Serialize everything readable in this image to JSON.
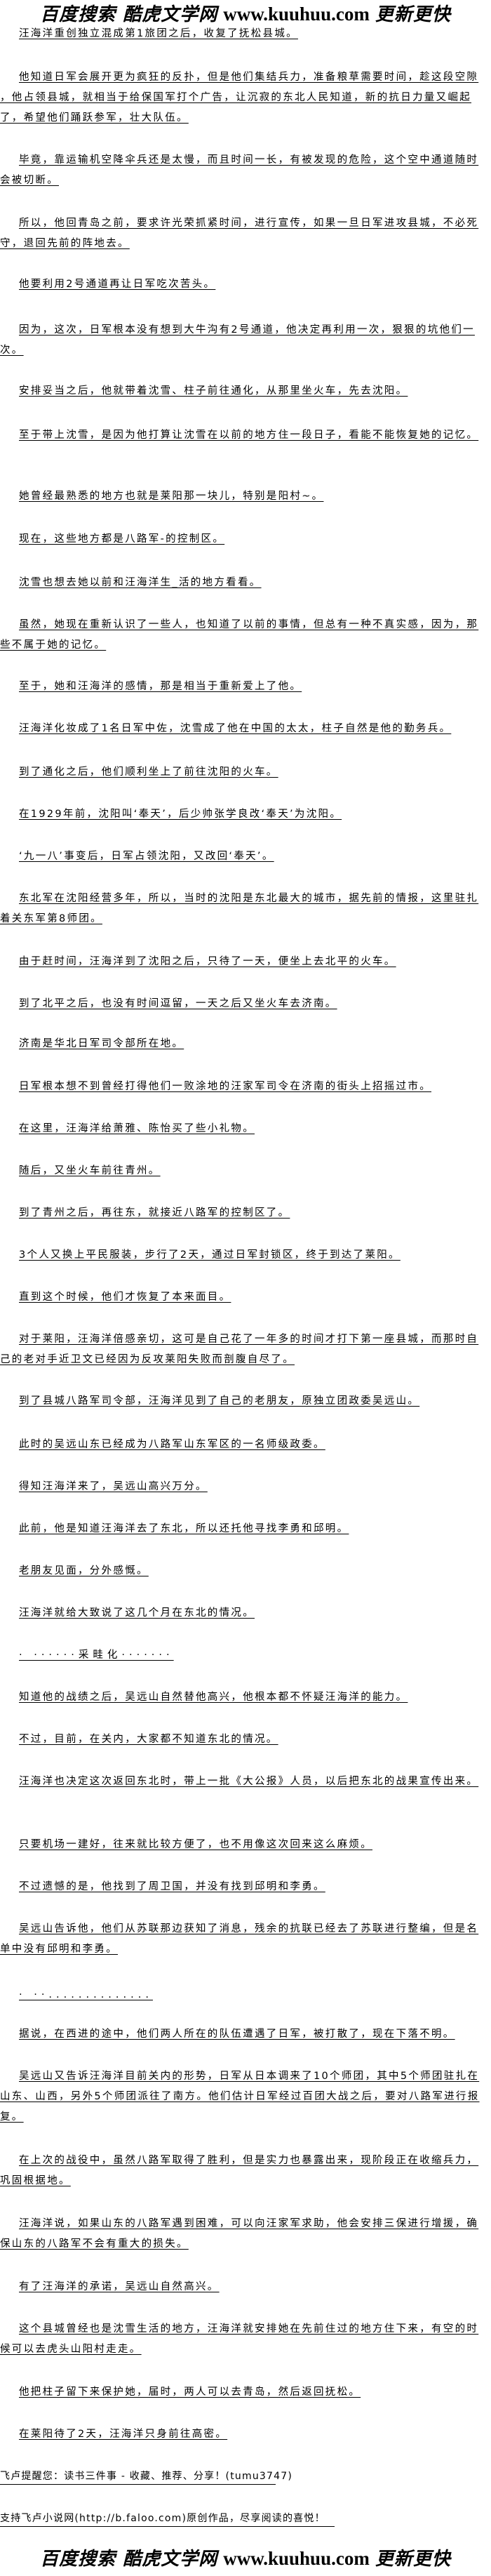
{
  "header_logo": {
    "cn": "百度搜索 酷虎文学网",
    "url": "www.kuuhuu.com",
    "slogan": "更新更快"
  },
  "paragraphs": [
    "汪海洋重创独立混成第1旅团之后，收复了抚松县城。",
    "他知道日军会展开更为疯狂的反扑，但是他们集结兵力，准备粮草需要时间，趁这段空隙，他占领县城，就相当于给保国军打个广告，让沉寂的东北人民知道，新的抗日力量又崛起了，希望他们踊跃参军，壮大队伍。",
    "毕竟，靠运输机空降伞兵还是太慢，而且时间一长，有被发现的危险，这个空中通道随时会被切断。",
    "所以，他回青岛之前，要求许光荣抓紧时间，进行宣传，如果一旦日军进攻县城，不必死守，退回先前的阵地去。",
    "他要利用2号通道再让日军吃次苦头。",
    "因为，这次，日军根本没有想到大牛沟有2号通道，他决定再利用一次，狠狠的坑他们一次。",
    "安排妥当之后，他就带着沈雪、柱子前往通化，从那里坐火车，先去沈阳。",
    "至于带上沈雪，是因为他打算让沈雪在以前的地方住一段日子，看能不能恢复她的记忆。",
    "她曾经最熟悉的地方也就是莱阳那一块儿，特别是阳村~。",
    "现在，这些地方都是八路军-的控制区。",
    "沈雪也想去她以前和汪海洋生_活的地方看看。",
    "虽然，她现在重新认识了一些人，也知道了以前的事情，但总有一种不真实感，因为，那些不属于她的记忆。",
    "至于，她和汪海洋的感情，那是相当于重新爱上了他。",
    "汪海洋化妆成了1名日军中佐，沈雪成了他在中国的太太，柱子自然是他的勤务兵。",
    "到了通化之后，他们顺利坐上了前往沈阳的火车。",
    "在1929年前，沈阳叫‘奉天’，后少帅张学良改‘奉天’为沈阳。",
    "‘九一八’事变后，日军占领沈阳，又改回‘奉天’。",
    "东北军在沈阳经营多年，所以，当时的沈阳是东北最大的城市，据先前的情报，这里驻扎着关东军第8师团。",
    "由于赶时间，汪海洋到了沈阳之后，只待了一天，便坐上去北平的火车。",
    "到了北平之后，也没有时间逗留，一天之后又坐火车去济南。",
    "济南是华北日军司令部所在地。",
    "日军根本想不到曾经打得他们一败涂地的汪家军司令在济南的街头上招摇过市。",
    "在这里，汪海洋给萧雅、陈怡买了些小礼物。",
    "随后，又坐火车前往青州。",
    "到了青州之后，再往东，就接近八路军的控制区了。",
    "3个人又换上平民服装，步行了2天，通过日军封锁区，终于到达了莱阳。",
    "直到这个时候，他们才恢复了本来面目。",
    "对于莱阳，汪海洋倍感亲切，这可是自己花了一年多的时间才打下第一座县城，而那时自己的老对手近卫文已经因为反攻莱阳失败而剖腹自尽了。",
    "到了县城八路军司令部，汪海洋见到了自己的老朋友，原独立团政委吴远山。",
    "此时的吴远山东已经成为八路军山东军区的一名师级政委。",
    "得知汪海洋来了，吴远山高兴万分。",
    "此前，他是知道汪海洋去了东北，所以还托他寻找李勇和邱明。",
    "老朋友见面，分外感慨。",
    "汪海洋就给大致说了这几个月在东北的情况。",
    "·  ······采畦化·······",
    "知道他的战绩之后，吴远山自然替他高兴，他根本都不怀疑汪海洋的能力。",
    "不过，目前，在关内，大家都不知道东北的情况。",
    "汪海洋也决定这次返回东北时，带上一批《大公报》人员，以后把东北的战果宣传出来。",
    "只要机场一建好，往来就比较方便了，也不用像这次回来这么麻烦。",
    "不过遗憾的是，他找到了周卫国，并没有找到邱明和李勇。",
    "吴远山告诉他，他们从苏联那边获知了消息，残余的抗联已经去了苏联进行整编，但是名单中没有邱明和李勇。",
    "· ··..............",
    "据说，在西进的途中，他们两人所在的队伍遭遇了日军，被打散了，现在下落不明。",
    "吴远山又告诉汪海洋目前关内的形势，日军从日本调来了10个师团，其中5个师团驻扎在山东、山西，另外5个师团派往了南方。他们估计日军经过百团大战之后，要对八路军进行报复。",
    "在上次的战役中，虽然八路军取得了胜利，但是实力也暴露出来，现阶段正在收缩兵力，巩固根据地。",
    "汪海洋说，如果山东的八路军遇到困难，可以向汪家军求助，他会安排三保进行增援，确保山东的八路军不会有重大的损失。",
    "有了汪海洋的承诺，吴远山自然高兴。",
    "这个县城曾经也是沈雪生活的地方，汪海洋就安排她在先前住过的地方住下来，有空的时候可以去虎头山阳村走走。",
    "他把柱子留下来保护她，届时，两人可以去青岛，然后返回抚松。",
    "在莱阳待了2天，汪海洋只身前往高密。"
  ],
  "footer": {
    "reminder": "飞卢提醒您：读书三件事 - 收藏、推荐、分享！(tumu3747)",
    "support": "支持飞卢小说网(http://b.faloo.com)原创作品，尽享阅读的喜悦！"
  },
  "footer_logo": {
    "cn": "百度搜索 酷虎文学网",
    "url": "www.kuuhuu.com",
    "slogan": "更新更快"
  }
}
